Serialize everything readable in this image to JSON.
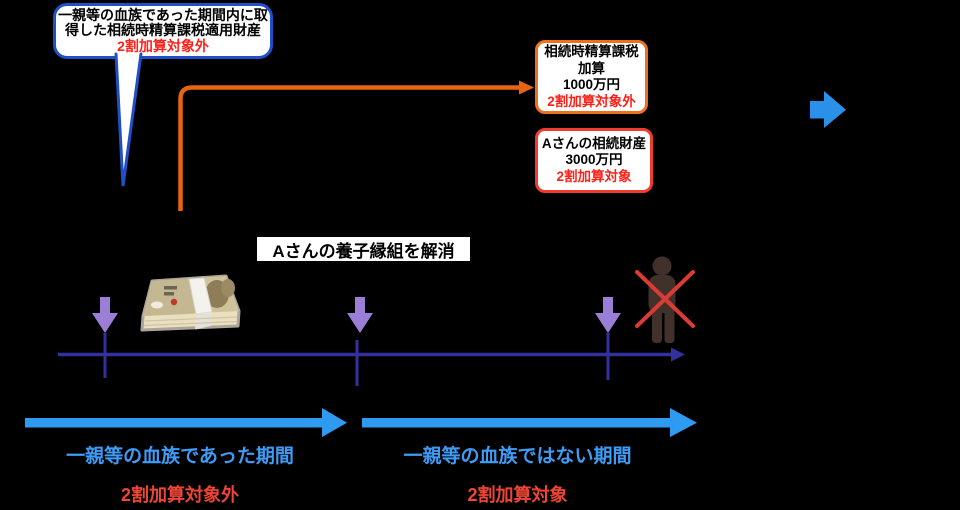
{
  "callout": {
    "line1": "一親等の血族であった期間内に取",
    "line2": "得した相続時精算課税適用財産",
    "line3": "2割加算対象外"
  },
  "boxes": {
    "settlement": {
      "line1": "相続時精算課税",
      "line2": "加算",
      "line3": "1000万円",
      "line4": "2割加算対象外"
    },
    "inheritance": {
      "line1": "Aさんの相続財産",
      "line2": "3000万円",
      "line3": "2割加算対象"
    }
  },
  "event_label": "Aさんの養子縁組を解消",
  "periods": {
    "left": {
      "label": "一親等の血族であった期間",
      "status": "2割加算対象外"
    },
    "right": {
      "label": "一親等の血族ではない期間",
      "status": "2割加算対象"
    }
  },
  "icons": {
    "money": "yen-banknote-stack-icon",
    "person": "deceased-person-icon",
    "cross": "red-cross-out-icon",
    "next": "blue-block-arrow-icon"
  },
  "colors": {
    "background": "#000000",
    "callout_border": "#1F50C8",
    "settlement_box_border": "#ED7021",
    "inheritance_box_border": "#F23B2C",
    "highlight_red_text": "#FF2018",
    "flow_arrow_orange": "#E8650F",
    "timeline_indigo": "#34309E",
    "marker_purple": "#9B7FD6",
    "period_arrow_blue": "#2E9BF1",
    "period_label_blue": "#3E9CF6",
    "status_label_red": "#EE4534",
    "person_brown": "#42302A",
    "cross_red": "#D93B35"
  }
}
